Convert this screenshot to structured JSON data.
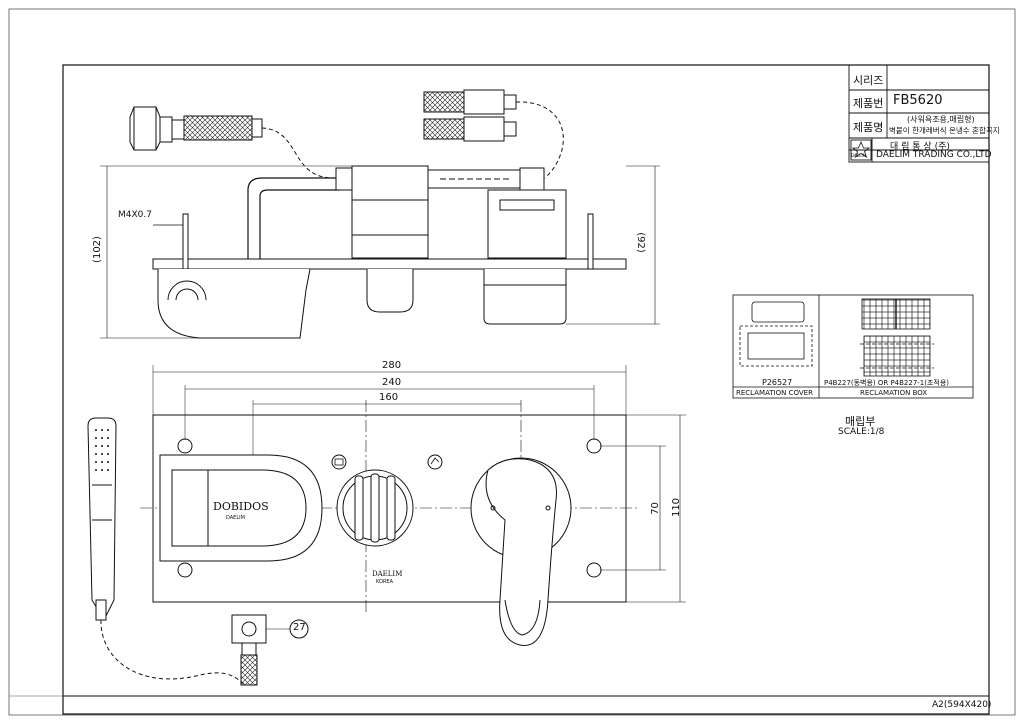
{
  "title_block": {
    "series_label": "시리즈",
    "series_value": "",
    "product_no_label": "제품번",
    "product_no_value": "FB5620",
    "product_name_label": "제품명",
    "product_name_line1": "(사워욕조용,매립형)",
    "product_name_line2": "벽붙이 한개레버식 온냉수 혼합꼭지",
    "company_korean": "대 림 통 상 (주)",
    "company_english": "DAELIM TRADING CO.,LTD",
    "logo_text": "DAELIM"
  },
  "side_view": {
    "thread_label": "M4X0.7",
    "height_left": "(102)",
    "height_right": "(92)"
  },
  "front_view": {
    "dim_overall": "280",
    "dim_holes": "240",
    "dim_center": "160",
    "dim_height_outer": "110",
    "dim_height_holes": "70",
    "brand_left": "DOBIDOS",
    "brand_left_small": "DAELIM",
    "brand_center": "DAELIM",
    "brand_center_small": "KOREA",
    "callout": "27"
  },
  "parts_box": {
    "cover_code": "P26527",
    "cover_name": "RECLAMATION COVER",
    "box_code": "P4B227(동벽용) OR P4B227-1(조적용)",
    "box_name": "RECLAMATION BOX",
    "section_title": "매립부",
    "scale": "SCALE:1/8"
  },
  "sheet": {
    "paper_size": "A2(594X420)"
  }
}
